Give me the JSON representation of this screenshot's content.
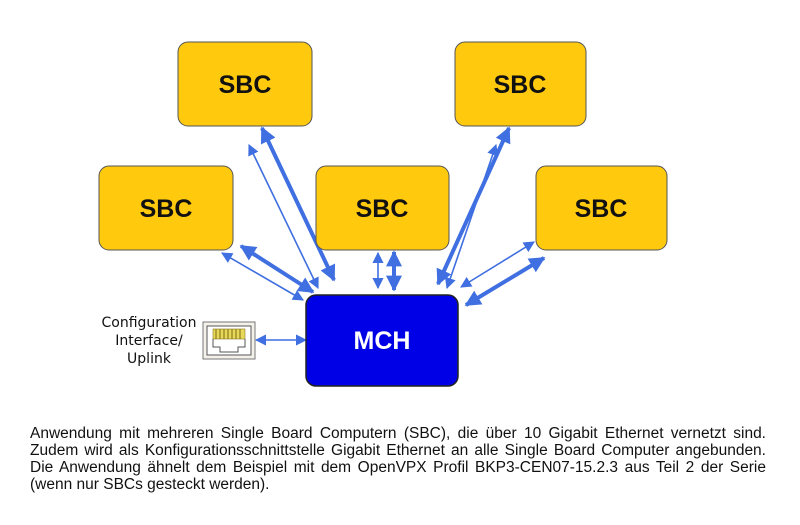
{
  "nodes": {
    "sbc_top_left": "SBC",
    "sbc_top_right": "SBC",
    "sbc_mid_left": "SBC",
    "sbc_mid_center": "SBC",
    "sbc_mid_right": "SBC",
    "mch": "MCH"
  },
  "config_label": [
    "Configuration",
    "Interface/",
    "Uplink"
  ],
  "caption": "Anwendung mit mehreren Single Board Computern (SBC), die über 10 Gigabit Ethernet vernetzt sind. Zudem wird als Konfigurationsschnittstelle Gigabit Ethernet an alle Single Board Computer angebunden. Die Anwendung ähnelt dem Beispiel mit dem OpenVPX Profil BKP3-CEN07-15.2.3 aus Teil 2 der Serie (wenn nur SBCs gesteckt werden).",
  "colors": {
    "sbc_fill": "#FFC90E",
    "sbc_stroke": "#555555",
    "mch_fill": "#0000E6",
    "mch_stroke": "#222222",
    "arrow": "#3F6FE0"
  }
}
